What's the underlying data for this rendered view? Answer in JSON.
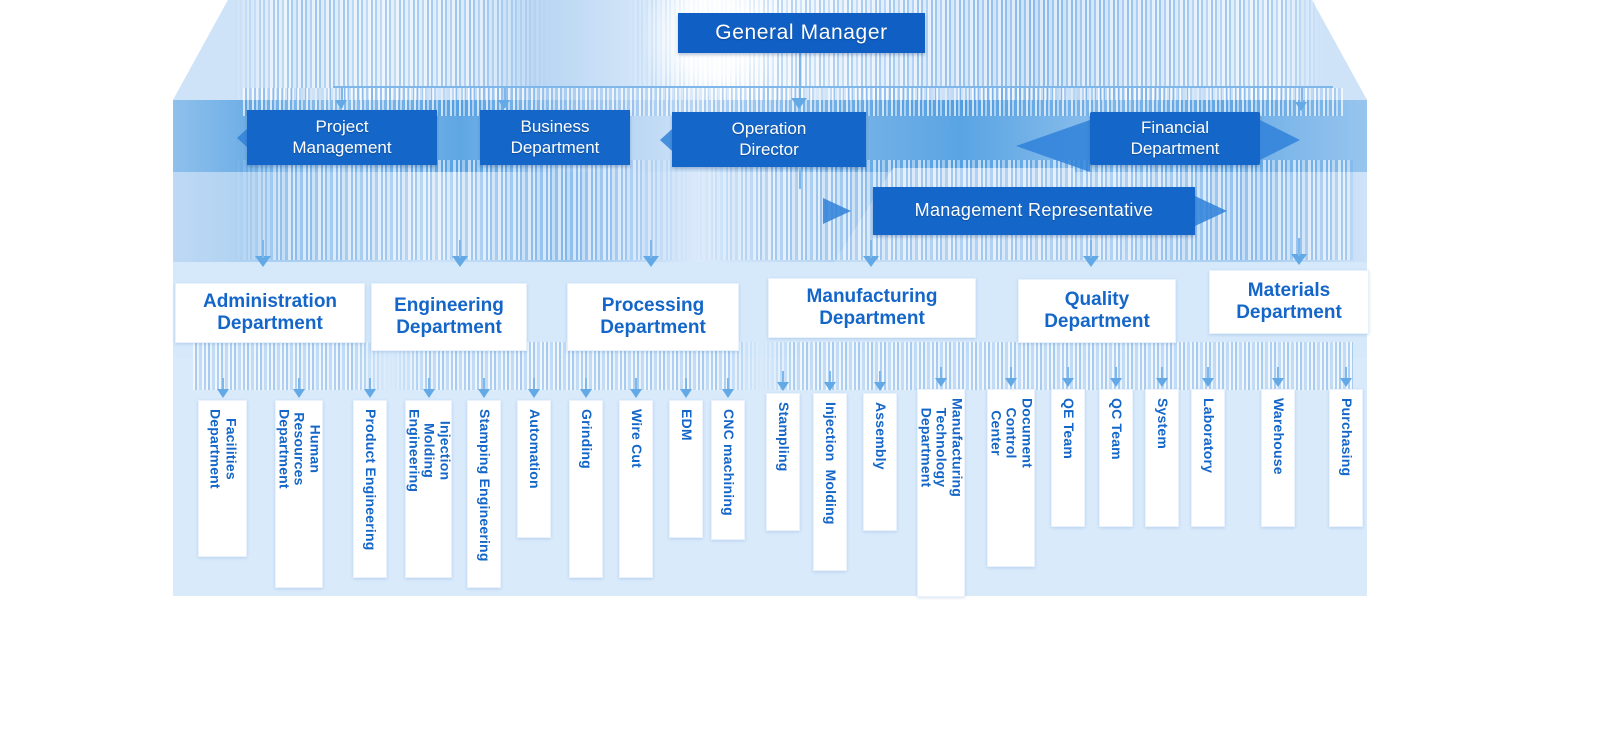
{
  "diagram": {
    "title": "Organization Chart",
    "colors": {
      "node_blue": "#1466c8",
      "label_blue": "#1466c8",
      "panel_light": "#d9eafb",
      "arrow_blue": "#62a9e6"
    },
    "tier1": [
      {
        "id": "general-manager",
        "label": "General Manager"
      }
    ],
    "tier2": [
      {
        "id": "project-management",
        "label": "Project\nManagement"
      },
      {
        "id": "business-department",
        "label": "Business\nDepartment"
      },
      {
        "id": "operation-director",
        "label": "Operation\nDirector"
      },
      {
        "id": "financial-department",
        "label": "Financial\nDepartment"
      }
    ],
    "tier2b": [
      {
        "id": "management-representative",
        "label": "Management  Representative"
      }
    ],
    "departments": [
      {
        "id": "administration-department",
        "label": "Administration\nDepartment"
      },
      {
        "id": "engineering-department",
        "label": "Engineering\nDepartment"
      },
      {
        "id": "processing-department",
        "label": "Processing\nDepartment"
      },
      {
        "id": "manufacturing-department",
        "label": "Manufacturing\nDepartment"
      },
      {
        "id": "quality-department",
        "label": "Quality\nDepartment"
      },
      {
        "id": "materials-department",
        "label": "Materials\nDepartment"
      }
    ],
    "subunits": [
      {
        "id": "facilities-department",
        "label": "Facilities\nDepartment",
        "parent": "administration-department"
      },
      {
        "id": "human-resources-department",
        "label": "Human  Resources\nDepartment",
        "parent": "administration-department"
      },
      {
        "id": "product-engineering",
        "label": "Product Engineering",
        "parent": "engineering-department"
      },
      {
        "id": "injection-molding-engineering",
        "label": "Injection Molding\nEngineering",
        "parent": "engineering-department"
      },
      {
        "id": "stamping-engineering",
        "label": "Stamping Engineering",
        "parent": "engineering-department"
      },
      {
        "id": "automation",
        "label": "Automation",
        "parent": "engineering-department"
      },
      {
        "id": "grinding",
        "label": "Grinding",
        "parent": "processing-department"
      },
      {
        "id": "wire-cut",
        "label": "Wire Cut",
        "parent": "processing-department"
      },
      {
        "id": "edm",
        "label": "EDM",
        "parent": "processing-department"
      },
      {
        "id": "cnc-machining",
        "label": "CNC machining",
        "parent": "processing-department"
      },
      {
        "id": "stampling",
        "label": "Stampling",
        "parent": "manufacturing-department"
      },
      {
        "id": "injection-molding",
        "label": "Injection  Molding",
        "parent": "manufacturing-department"
      },
      {
        "id": "assembly",
        "label": "Assembly",
        "parent": "manufacturing-department"
      },
      {
        "id": "manufacturing-technology-department",
        "label": "Manufacturing\nTechnology Department",
        "parent": "manufacturing-department"
      },
      {
        "id": "document-control-center",
        "label": "Document\nControl Center",
        "parent": "quality-department"
      },
      {
        "id": "qe-team",
        "label": "QE Team",
        "parent": "quality-department"
      },
      {
        "id": "qc-team",
        "label": "QC Team",
        "parent": "quality-department"
      },
      {
        "id": "system",
        "label": "System",
        "parent": "quality-department"
      },
      {
        "id": "laboratory",
        "label": "Laboratory",
        "parent": "quality-department"
      },
      {
        "id": "warehouse",
        "label": "Warehouse",
        "parent": "materials-department"
      },
      {
        "id": "purchasing",
        "label": "Purchasing",
        "parent": "materials-department"
      }
    ]
  }
}
